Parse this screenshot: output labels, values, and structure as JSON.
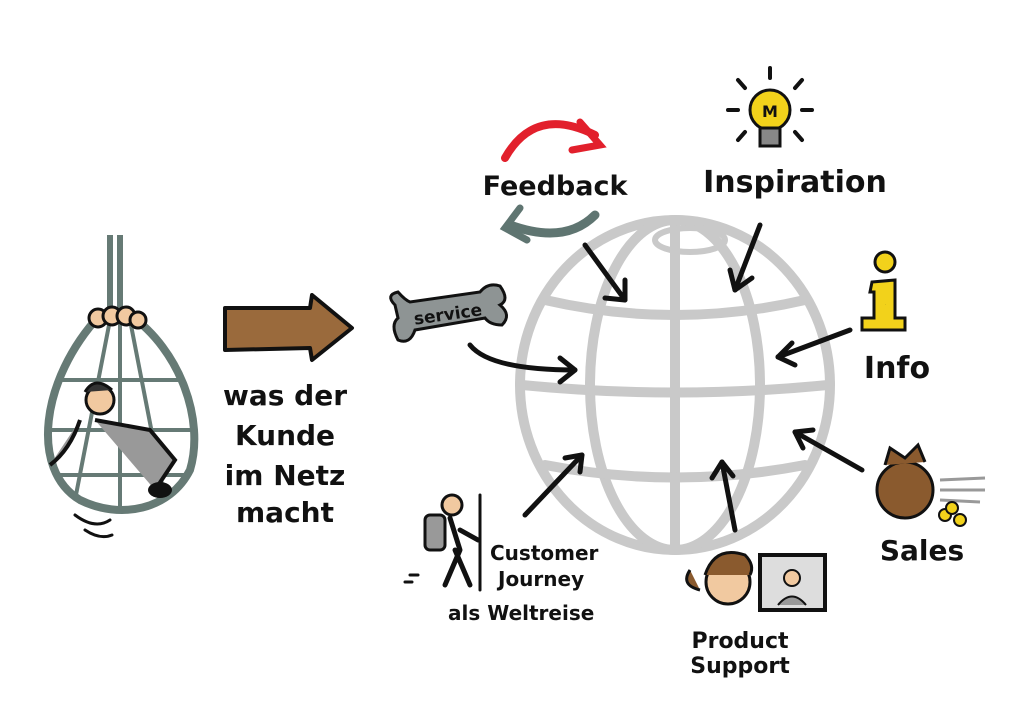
{
  "left": {
    "caption": [
      "was der",
      "Kunde",
      "im Netz",
      "macht"
    ]
  },
  "service": {
    "label": "service"
  },
  "feedback": {
    "label": "Feedback"
  },
  "inspiration": {
    "label": "Inspiration",
    "bulb_letter": "M"
  },
  "info": {
    "label": "Info",
    "icon_letter": "i"
  },
  "sales": {
    "label": "Sales"
  },
  "product_support": {
    "lines": [
      "Product",
      "Support"
    ]
  },
  "customer_journey": {
    "lines": [
      "Customer",
      "Journey",
      "als Weltreise"
    ]
  },
  "colors": {
    "globe": "#c9c9c9",
    "net": "#667a75",
    "arrow_brown": "#9a6a3c",
    "feedback_red": "#e2202c",
    "feedback_grey": "#5f7571",
    "info_yellow": "#f2d21b",
    "bone": "#8e9494"
  }
}
